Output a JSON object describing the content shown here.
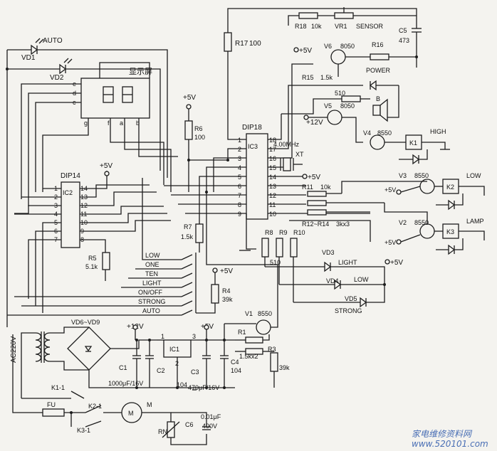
{
  "labels": {
    "auto_led": "AUTO",
    "vd1": "VD1",
    "vd2": "VD2",
    "display": "显示屏",
    "seg_e": "e",
    "seg_d": "d",
    "seg_c": "c",
    "seg_g": "g",
    "seg_f": "f",
    "seg_a": "a",
    "seg_b": "b",
    "dip14": "DIP14",
    "ic2": "IC2",
    "r5": "R5",
    "r5_val": "5.1k",
    "plus5v": "+5V",
    "plus12v": "+12V",
    "r6": "R6",
    "r6_val": "100",
    "r7": "R7",
    "r7_val": "1.5k",
    "r4": "R4",
    "r4_val": "39k",
    "r17": "R17",
    "r17_val": "100",
    "dip18": "DIP18",
    "ic3": "IC3",
    "xtal_freq": "4.00MHz",
    "xt": "XT",
    "r18": "R18",
    "r18_val": "10k",
    "vr1": "VR1",
    "sensor": "SENSOR",
    "c5": "C5",
    "c5_val": "473",
    "v6": "V6",
    "v6_type": "8050",
    "r16": "R16",
    "r15": "R15",
    "r15_val": "1.5k",
    "power": "POWER",
    "r_510": "510",
    "b": "B",
    "v5": "V5",
    "v5_type": "8050",
    "v4": "V4",
    "v4_type": "8550",
    "k1": "K1",
    "high": "HIGH",
    "v3": "V3",
    "v3_type": "8550",
    "k2": "K2",
    "low": "LOW",
    "v2": "V2",
    "v2_type": "8550",
    "k3": "K3",
    "lamp": "LAMP",
    "r11": "R11",
    "r11_val": "10k",
    "r12_14": "R12~R14",
    "r12_14_val": "3kx3",
    "r8": "R8",
    "r9": "R9",
    "r10": "R10",
    "r_val_510": "510",
    "vd3": "VD3",
    "light": "LIGHT",
    "vd4": "VD4",
    "low_led": "LOW",
    "vd5": "VD5",
    "strong": "STRONG",
    "sw_low": "LOW",
    "sw_one": "ONE",
    "sw_ten": "TEN",
    "sw_light": "LIGHT",
    "sw_onoff": "ON/OFF",
    "sw_strong": "STRONG",
    "sw_auto": "AUTO",
    "vd6_9": "VD6~VD9",
    "ic1": "IC1",
    "c1": "C1",
    "c2": "C2",
    "c2_val": "104",
    "c3": "C3",
    "c4": "C4",
    "c4_val": "104",
    "c_1000": "1000μF/16V",
    "c_470": "470μF/16V",
    "v1": "V1",
    "v1_type": "8550",
    "r1": "R1",
    "r1_val": "1.5kx2",
    "r3": "R3",
    "r3_val": "39k",
    "ac220": "AC220V",
    "k1_1": "K1-1",
    "k2_1": "K2-1",
    "k3_1": "K3-1",
    "fu": "FU",
    "m": "M",
    "c6": "C6",
    "c6_val": "0.01μF",
    "c6_v": "400V",
    "rn": "RN",
    "watermark_cn": "家电维修资料网",
    "watermark_url": "www.520101.com"
  },
  "pins": {
    "ic2_left": [
      "1",
      "2",
      "3",
      "4",
      "5",
      "6",
      "7"
    ],
    "ic2_right": [
      "14",
      "13",
      "12",
      "11",
      "10",
      "9",
      "8"
    ],
    "ic3_left": [
      "1",
      "2",
      "3",
      "4",
      "5",
      "6",
      "7",
      "8",
      "9"
    ],
    "ic3_right": [
      "18",
      "17",
      "16",
      "15",
      "14",
      "13",
      "12",
      "11",
      "10"
    ],
    "ic1_pins": [
      "1",
      "2",
      "3"
    ]
  }
}
